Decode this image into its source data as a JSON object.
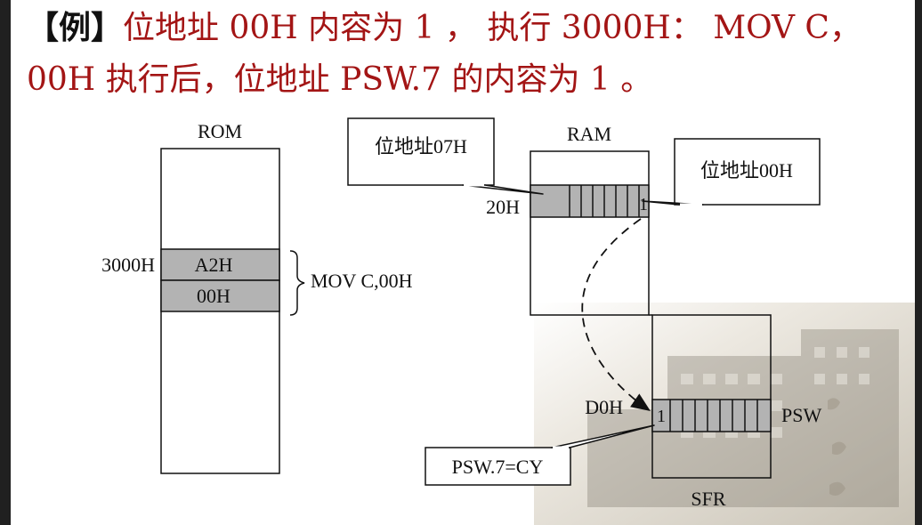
{
  "title": {
    "bracket": "【例】",
    "line1_rest": "位地址 00H 内容为 1 ， 执行 3000H： MOV C，",
    "line2": "00H 执行后，位地址 PSW.7 的内容为 1 。"
  },
  "rom": {
    "label": "ROM",
    "address": "3000H",
    "byte1": "A2H",
    "byte2": "00H",
    "instruction": "MOV C,00H"
  },
  "ram": {
    "label": "RAM",
    "row_address": "20H",
    "bit_value": "1",
    "callout_msb": "位地址07H",
    "callout_lsb": "位地址00H"
  },
  "sfr": {
    "label": "SFR",
    "row_address": "D0H",
    "register": "PSW",
    "bit_value": "1",
    "callout": "PSW.7=CY"
  },
  "colors": {
    "title": "#a31515",
    "cell_fill": "#b3b3b3",
    "stroke": "#111111"
  }
}
